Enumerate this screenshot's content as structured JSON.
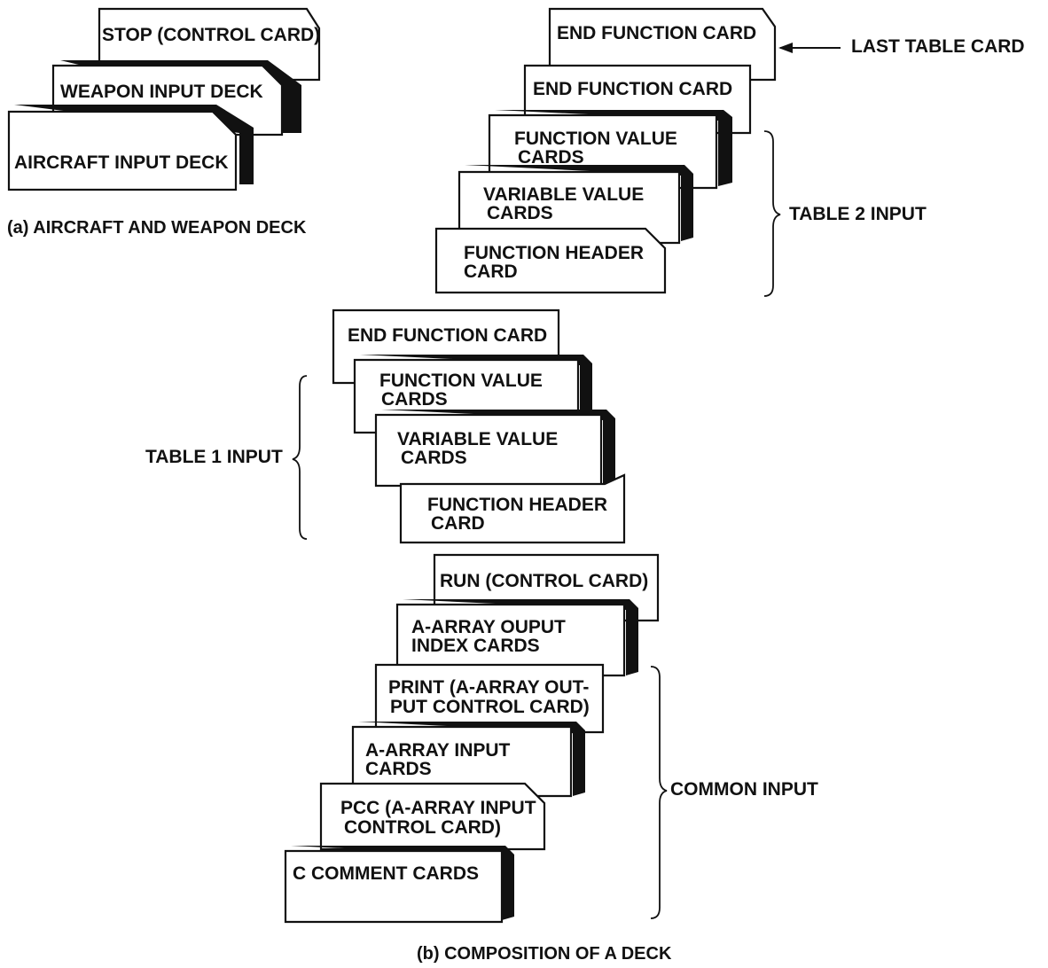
{
  "aircraft_weapon_deck": {
    "stop_card": "STOP (CONTROL CARD)",
    "weapon_deck": "WEAPON INPUT DECK",
    "aircraft_deck": "AIRCRAFT INPUT DECK",
    "caption": "(a)  AIRCRAFT AND WEAPON DECK"
  },
  "table2": {
    "end_function_last": "END FUNCTION CARD",
    "last_table_label": "LAST TABLE CARD",
    "end_function": "END FUNCTION CARD",
    "function_value_1": "FUNCTION VALUE",
    "function_value_2": "CARDS",
    "variable_value_1": "VARIABLE VALUE",
    "variable_value_2": "CARDS",
    "function_header_1": "FUNCTION HEADER",
    "function_header_2": "CARD",
    "bracket_label": "TABLE 2 INPUT"
  },
  "table1": {
    "end_function": "END FUNCTION CARD",
    "function_value_1": "FUNCTION VALUE",
    "function_value_2": "CARDS",
    "variable_value_1": "VARIABLE VALUE",
    "variable_value_2": "CARDS",
    "function_header_1": "FUNCTION HEADER",
    "function_header_2": "CARD",
    "bracket_label": "TABLE 1 INPUT"
  },
  "common": {
    "run_card": "RUN (CONTROL CARD)",
    "output_index_1": "A-ARRAY OUPUT",
    "output_index_2": "INDEX CARDS",
    "print_1": "PRINT (A-ARRAY OUT-",
    "print_2": "PUT CONTROL CARD)",
    "input_cards_1": "A-ARRAY INPUT",
    "input_cards_2": "CARDS",
    "pcc_1": "PCC (A-ARRAY INPUT",
    "pcc_2": "CONTROL CARD)",
    "comment_cards": "C  COMMENT CARDS",
    "bracket_label": "COMMON INPUT"
  },
  "caption": "(b)  COMPOSITION OF A DECK"
}
